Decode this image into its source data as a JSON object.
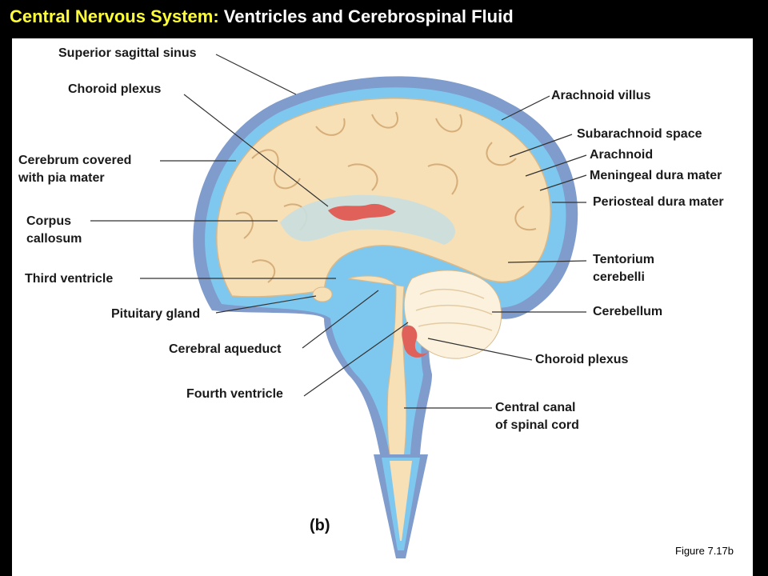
{
  "title": {
    "part1": "Central Nervous System:",
    "part2": " Ventricles and Cerebrospinal Fluid"
  },
  "labels": {
    "superior_sagittal_sinus": "Superior sagittal sinus",
    "choroid_plexus_top": "Choroid plexus",
    "cerebrum_line1": "Cerebrum covered",
    "cerebrum_line2": "with pia mater",
    "corpus_line1": "Corpus",
    "corpus_line2": "callosum",
    "third_ventricle": "Third ventricle",
    "pituitary_gland": "Pituitary gland",
    "cerebral_aqueduct": "Cerebral aqueduct",
    "fourth_ventricle": "Fourth ventricle",
    "arachnoid_villus": "Arachnoid villus",
    "subarachnoid_space": "Subarachnoid space",
    "arachnoid": "Arachnoid",
    "meningeal_dura": "Meningeal dura mater",
    "periosteal_dura": "Periosteal dura mater",
    "tentorium_line1": "Tentorium",
    "tentorium_line2": "cerebelli",
    "cerebellum": "Cerebellum",
    "choroid_plexus_bottom": "Choroid plexus",
    "central_canal_line1": "Central canal",
    "central_canal_line2": "of spinal cord",
    "panel_letter": "(b)",
    "figure_ref": "Figure 7.17b"
  },
  "colors": {
    "title_highlight": "#ffff33",
    "title_text": "#ffffff",
    "csf_blue": "#7ec8ef",
    "dura_blue": "#7f9ccc",
    "brain_tan": "#f7dfb6",
    "choroid_red": "#e0605a"
  }
}
